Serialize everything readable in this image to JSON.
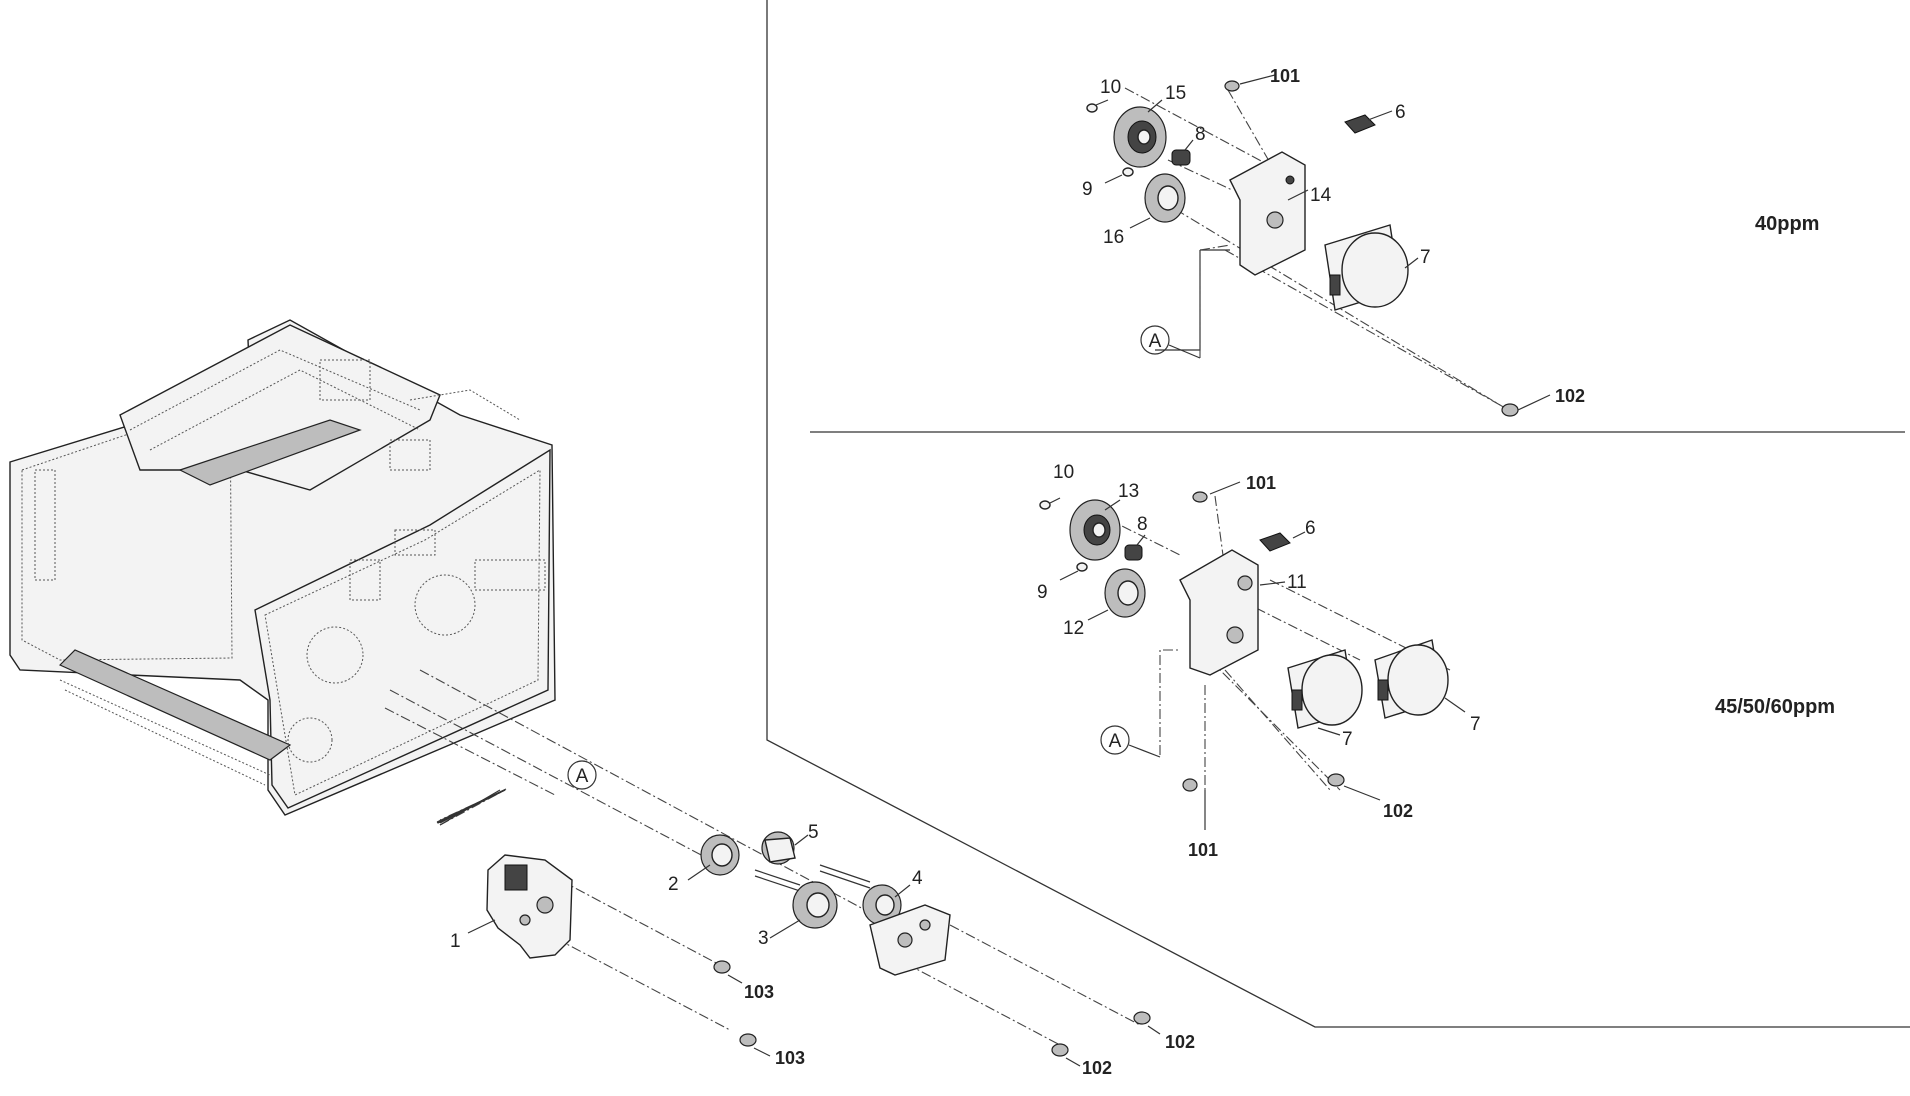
{
  "variants": {
    "top_label": "40ppm",
    "bottom_label": "45/50/60ppm"
  },
  "reference_marks": {
    "main": "A",
    "top": "A",
    "bottom": "A"
  },
  "callouts": {
    "main": [
      "1",
      "2",
      "3",
      "4",
      "5",
      "103",
      "103",
      "102",
      "102"
    ],
    "top": [
      "10",
      "15",
      "8",
      "9",
      "16",
      "14",
      "101",
      "6",
      "7",
      "102"
    ],
    "bottom": [
      "10",
      "13",
      "8",
      "9",
      "12",
      "11",
      "101",
      "6",
      "7",
      "7",
      "102",
      "101"
    ]
  }
}
